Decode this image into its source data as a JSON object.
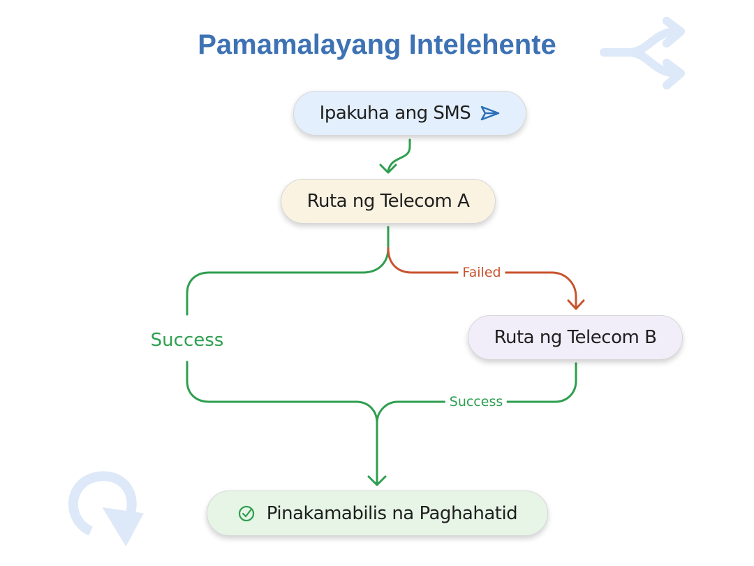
{
  "title": "Pamamalayang Intelehente",
  "nodes": {
    "send_sms": "Ipakuha ang SMS",
    "telecom_a": "Ruta ng Telecom A",
    "telecom_b": "Ruta ng Telecom B",
    "delivery": "Pinakamabilis na Paghahatid"
  },
  "edges": {
    "success_a": "Success",
    "failed_a": "Failed",
    "success_b": "Success"
  },
  "colors": {
    "title": "#3d72b4",
    "success": "#2e9e4f",
    "failed": "#c8532e",
    "decor": "#dde9f8"
  }
}
